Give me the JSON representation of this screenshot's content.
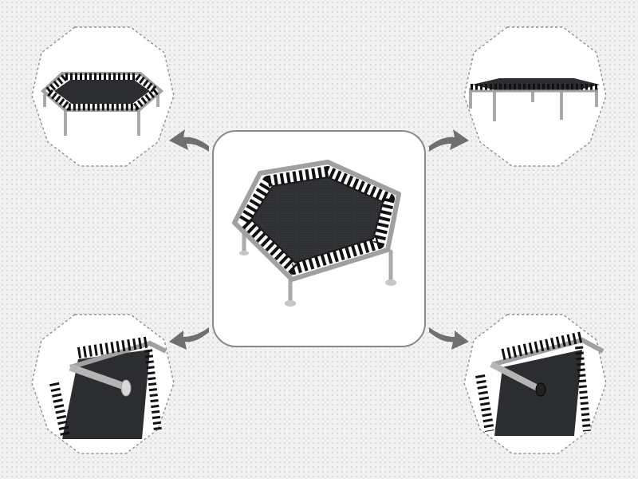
{
  "image": {
    "subject": "hexagonal-trampoline",
    "colors": {
      "background": "#f1f1f1",
      "frame": "#9c9c9c",
      "mat": "#2b2d30",
      "cord": "#111111",
      "arrow": "#6f6f6f",
      "dashed_outline": "#8f8f8f"
    },
    "views": [
      {
        "id": "center",
        "label": "",
        "icon": "trampoline-top-angle"
      },
      {
        "id": "top-left",
        "label": "",
        "icon": "trampoline-angled"
      },
      {
        "id": "top-right",
        "label": "",
        "icon": "trampoline-side"
      },
      {
        "id": "bottom-left",
        "label": "",
        "icon": "trampoline-leg-closeup"
      },
      {
        "id": "bottom-right",
        "label": "",
        "icon": "trampoline-leg-cap-closeup"
      }
    ],
    "arrows": [
      {
        "from": "center",
        "to": "top-left",
        "icon": "curved-arrow-icon"
      },
      {
        "from": "center",
        "to": "top-right",
        "icon": "curved-arrow-icon"
      },
      {
        "from": "center",
        "to": "bottom-left",
        "icon": "curved-arrow-icon"
      },
      {
        "from": "center",
        "to": "bottom-right",
        "icon": "curved-arrow-icon"
      }
    ]
  }
}
